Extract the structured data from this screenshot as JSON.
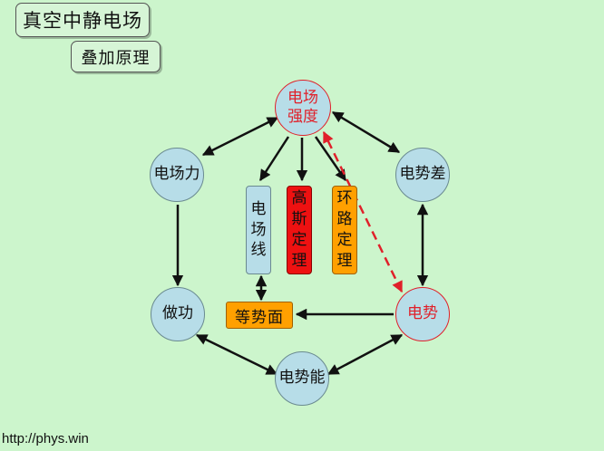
{
  "title": "真空中静电场",
  "subtitle": "叠加原理",
  "nodes": {
    "field_strength": "电场强度",
    "electric_force": "电场力",
    "potential_diff": "电势差",
    "work": "做功",
    "potential": "电势",
    "potential_energy": "电势能"
  },
  "boxes": {
    "field_lines": "电场线",
    "gauss": "高斯定理",
    "loop": "环路定理",
    "equipotential": "等势面"
  },
  "footer": "http://phys.win",
  "colors": {
    "background": "#ccf5cc",
    "node_fill": "#b7dde8",
    "highlight": "#e0202a",
    "gauss_fill": "#ee1111",
    "loop_fill": "#ffa000"
  }
}
